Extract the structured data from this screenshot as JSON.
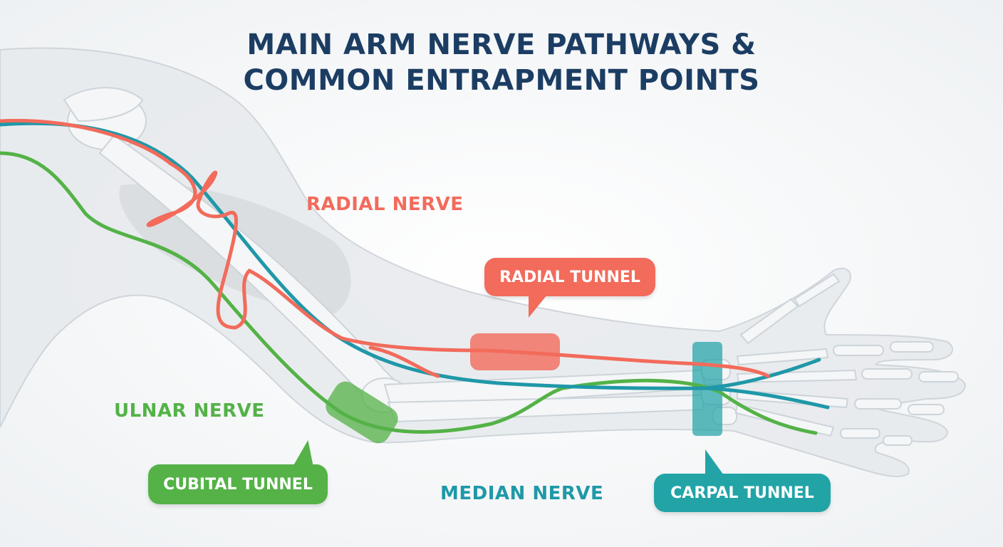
{
  "title": {
    "line1": "MAIN ARM NERVE PATHWAYS &",
    "line2": "COMMON ENTRAPMENT POINTS"
  },
  "nerves": {
    "radial": {
      "label": "RADIAL NERVE",
      "color": "#f26b5b"
    },
    "ulnar": {
      "label": "ULNAR NERVE",
      "color": "#54b247"
    },
    "median": {
      "label": "MEDIAN NERVE",
      "color": "#1f98a8"
    }
  },
  "entrapments": {
    "radial_tunnel": {
      "label": "RADIAL TUNNEL",
      "color": "#f26b5b"
    },
    "cubital_tunnel": {
      "label": "CUBITAL TUNNEL",
      "color": "#54b247"
    },
    "carpal_tunnel": {
      "label": "CARPAL TUNNEL",
      "color": "#22a4a7"
    }
  }
}
